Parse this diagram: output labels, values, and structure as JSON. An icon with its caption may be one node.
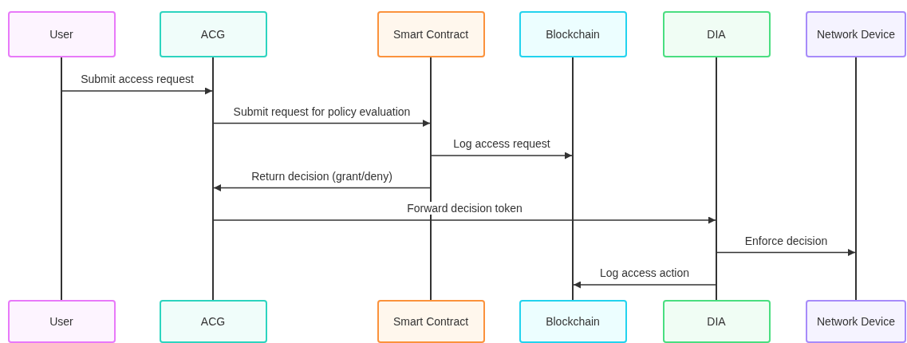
{
  "diagram": {
    "nodes": [
      {
        "text": [
          "User"
        ]
      },
      {
        "text": [
          "ACG"
        ]
      },
      {
        "text": [
          "Smart Contract"
        ]
      },
      {
        "text": [
          "Blockchain"
        ]
      },
      {
        "text": [
          "DIA"
        ]
      },
      {
        "text": [
          "Network Device"
        ]
      },
      {
        "text": [],
        "shape": "bar"
      },
      {
        "text": [],
        "shape": "bar"
      },
      {
        "text": [],
        "shape": "bar"
      },
      {
        "text": [],
        "shape": "bar"
      },
      {
        "text": [],
        "shape": "bar"
      },
      {
        "text": [],
        "shape": "bar"
      },
      {
        "text": [
          "User"
        ]
      },
      {
        "text": [
          "ACG"
        ]
      },
      {
        "text": [
          "Smart Contract"
        ]
      },
      {
        "text": [
          "Blockchain"
        ]
      },
      {
        "text": [
          "DIA"
        ]
      },
      {
        "text": [
          "Network Device"
        ]
      }
    ],
    "edges": [
      {
        "from": 6,
        "to": 7,
        "arrow": "to",
        "label": "Submit access request"
      },
      {
        "from": 7,
        "to": 8,
        "arrow": "to",
        "label": "Submit request for policy evaluation"
      },
      {
        "from": 8,
        "to": 9,
        "arrow": "to",
        "label": "Log access request"
      },
      {
        "from": 8,
        "to": 7,
        "arrow": "to",
        "label": "Return decision (grant/deny)"
      },
      {
        "from": 7,
        "to": 10,
        "arrow": "to",
        "label": "Forward decision token"
      },
      {
        "from": 10,
        "to": 11,
        "arrow": "to",
        "label": "Enforce decision"
      },
      {
        "from": 10,
        "to": 9,
        "arrow": "to",
        "label": "Log access action"
      }
    ]
  }
}
